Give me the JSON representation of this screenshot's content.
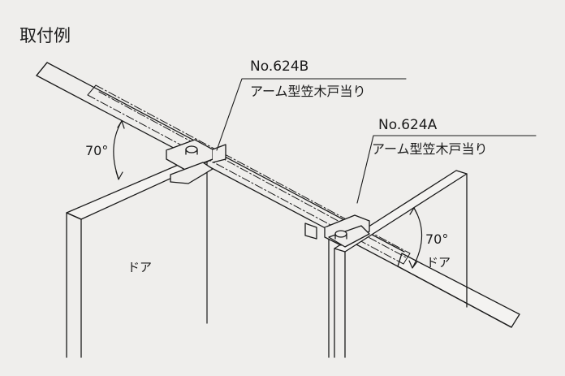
{
  "title": "取付例",
  "callout_b": {
    "model": "No.624B",
    "name": "アーム型笠木戸当り"
  },
  "callout_a": {
    "model": "No.624A",
    "name": "アーム型笠木戸当り"
  },
  "angle_left": "70°",
  "angle_right": "70°",
  "door_left": "ドア",
  "door_right": "ドア",
  "colors": {
    "background": "#efeeec",
    "line": "#1a1a1a",
    "panel": "#f4f3f1"
  }
}
